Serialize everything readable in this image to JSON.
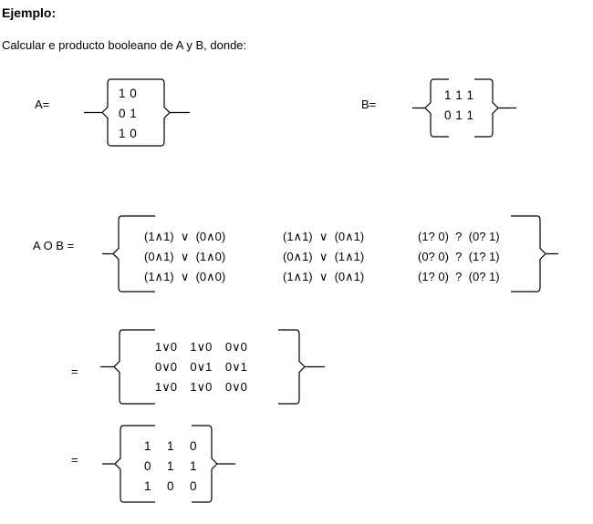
{
  "heading": "Ejemplo:",
  "intro": "Calcular e producto booleano de A y B, donde:",
  "matrix_a": {
    "label": "A=",
    "rows": [
      "1 0",
      "0 1",
      "1 0"
    ]
  },
  "matrix_b": {
    "label": "B=",
    "rows": [
      "1 1 1",
      "0 1 1"
    ]
  },
  "product": {
    "label": "A O B =",
    "rows": [
      [
        "(1∧1)  ∨  (0∧0)",
        "(1∧1)  ∨  (0∧1)",
        "(1? 0)  ?  (0? 1)"
      ],
      [
        "(0∧1)  ∨  (1∧0)",
        "(0∧1)  ∨  (1∧1)",
        "(0? 0)  ?  (1? 1)"
      ],
      [
        "(1∧1)  ∨  (0∧0)",
        "(1∧1)  ∨  (0∧1)",
        "(1? 0)  ?  (0? 1)"
      ]
    ]
  },
  "step2": {
    "label": "=",
    "rows": [
      "1∨0    1∨0    0∨0",
      "0∨0    0∨1    0∨1",
      "1∨0    1∨0    0∨0"
    ]
  },
  "result": {
    "label": "=",
    "rows": [
      "1    1    0",
      "0    1    1",
      "1    0    0"
    ]
  }
}
